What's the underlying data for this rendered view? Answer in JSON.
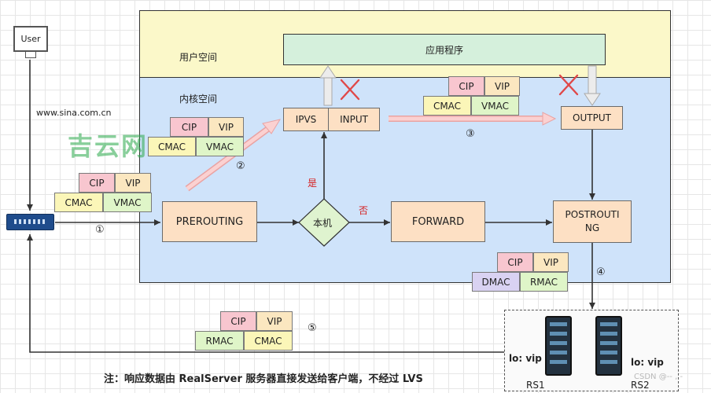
{
  "regions": {
    "user_space_label": "用户空间",
    "kernel_space_label": "内核空间",
    "application_label": "应用程序"
  },
  "client": {
    "label": "User",
    "url": "www.sina.com.cn"
  },
  "nodes": {
    "ipvs": "IPVS",
    "input": "INPUT",
    "output": "OUTPUT",
    "prerouting": "PREROUTING",
    "decision": "本机",
    "forward": "FORWARD",
    "postrouting_line1": "POSTROUTI",
    "postrouting_line2": "NG"
  },
  "edge_labels": {
    "yes": "是",
    "no": "否"
  },
  "steps": [
    "①",
    "②",
    "③",
    "④",
    "⑤"
  ],
  "packets": [
    {
      "top": [
        "CIP",
        "VIP"
      ],
      "bottom": [
        "CMAC",
        "VMAC"
      ]
    },
    {
      "top": [
        "CIP",
        "VIP"
      ],
      "bottom": [
        "CMAC",
        "VMAC"
      ]
    },
    {
      "top": [
        "CIP",
        "VIP"
      ],
      "bottom": [
        "CMAC",
        "VMAC"
      ]
    },
    {
      "top": [
        "CIP",
        "VIP"
      ],
      "bottom": [
        "DMAC",
        "RMAC"
      ]
    },
    {
      "top": [
        "CIP",
        "VIP"
      ],
      "bottom": [
        "RMAC",
        "CMAC"
      ]
    }
  ],
  "servers": {
    "rs1_label": "RS1",
    "rs2_label": "RS2",
    "lo_label": "lo: vip"
  },
  "watermark": "吉云网",
  "footnote": "注：响应数据由 RealServer 服务器直接发送给客户端，不经过 LVS",
  "corner_mark": "CSDN @-- , -",
  "colors": {
    "user_space": "#fbf8c9",
    "kernel_space": "#cfe3fa",
    "application": "#d5f0dc",
    "node_orange": "#fde0c4",
    "arrow": "#333333",
    "pink_arrow": "#f7b9b9",
    "cross_red": "#e04848",
    "edge_red": "#d61f1f",
    "watermark": "#2aa84a"
  }
}
